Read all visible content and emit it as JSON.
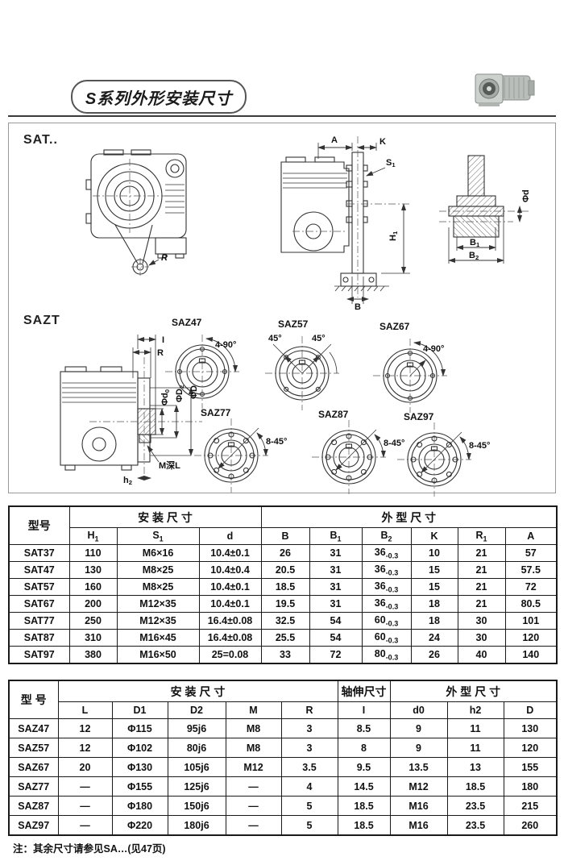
{
  "page": {
    "title": "S系列外形安装尺寸",
    "note": "注：其余尺寸请参见SA…(见47页)"
  },
  "diagrams": {
    "sat_label": "SAT..",
    "sazt_label": "SAZT",
    "labels": {
      "sat_a": "A",
      "sat_k": "K",
      "sat_s1": "S^1",
      "sat_h1": "H^1",
      "sat_b": "B",
      "sat_r": "R",
      "shaft_d": "Φd",
      "shaft_b1": "B^1",
      "shaft_b2": "B^2",
      "sazt_i": "I",
      "sazt_r": "R",
      "sazt_d0": "Φd^0",
      "sazt_d2": "ΦD^2",
      "sazt_dd": "ΦD",
      "sazt_ml": "M深L",
      "sazt_h2": "h^2"
    },
    "flanges": [
      {
        "name": "SAZ47",
        "angle": "4-90°"
      },
      {
        "name": "SAZ57",
        "angle": "45°",
        "angle2": "45°"
      },
      {
        "name": "SAZ67",
        "angle": "4-90°"
      },
      {
        "name": "SAZ77",
        "angle": "8-45°"
      },
      {
        "name": "SAZ87",
        "angle": "8-45°"
      },
      {
        "name": "SAZ97",
        "angle": "8-45°"
      }
    ]
  },
  "table_sat": {
    "col_model": "型号",
    "group_install": "安  装  尺  寸",
    "group_outline": "外  型  尺  寸",
    "subheaders": [
      "H^1",
      "S^1",
      "d",
      "B",
      "B^1",
      "B^2",
      "K",
      "R^1",
      "A"
    ],
    "rows": [
      [
        "SAT37",
        "110",
        "M6×16",
        "10.4±0.1",
        "26",
        "31",
        "36^-0.3",
        "10",
        "21",
        "57"
      ],
      [
        "SAT47",
        "130",
        "M8×25",
        "10.4±0.4",
        "20.5",
        "31",
        "36^-0.3",
        "15",
        "21",
        "57.5"
      ],
      [
        "SAT57",
        "160",
        "M8×25",
        "10.4±0.1",
        "18.5",
        "31",
        "36^-0.3",
        "15",
        "21",
        "72"
      ],
      [
        "SAT67",
        "200",
        "M12×35",
        "10.4±0.1",
        "19.5",
        "31",
        "36^-0.3",
        "18",
        "21",
        "80.5"
      ],
      [
        "SAT77",
        "250",
        "M12×35",
        "16.4±0.08",
        "32.5",
        "54",
        "60^-0.3",
        "18",
        "30",
        "101"
      ],
      [
        "SAT87",
        "310",
        "M16×45",
        "16.4±0.08",
        "25.5",
        "54",
        "60^-0.3",
        "24",
        "30",
        "120"
      ],
      [
        "SAT97",
        "380",
        "M16×50",
        "25=0.08",
        "33",
        "72",
        "80^-0.3",
        "26",
        "40",
        "140"
      ]
    ]
  },
  "table_saz": {
    "col_model": "型 号",
    "group_install": "安  装  尺  寸",
    "group_shaft": "轴伸尺寸",
    "group_outline": "外 型 尺 寸",
    "subheaders": [
      "L",
      "D1",
      "D2",
      "M",
      "R",
      "I",
      "d0",
      "h2",
      "D"
    ],
    "rows": [
      [
        "SAZ47",
        "12",
        "Φ115",
        "95j6",
        "M8",
        "3",
        "8.5",
        "9",
        "11",
        "130"
      ],
      [
        "SAZ57",
        "12",
        "Φ102",
        "80j6",
        "M8",
        "3",
        "8",
        "9",
        "11",
        "120"
      ],
      [
        "SAZ67",
        "20",
        "Φ130",
        "105j6",
        "M12",
        "3.5",
        "9.5",
        "13.5",
        "13",
        "155"
      ],
      [
        "SAZ77",
        "—",
        "Φ155",
        "125j6",
        "—",
        "4",
        "14.5",
        "M12",
        "18.5",
        "180"
      ],
      [
        "SAZ87",
        "—",
        "Φ180",
        "150j6",
        "—",
        "5",
        "18.5",
        "M16",
        "23.5",
        "215"
      ],
      [
        "SAZ97",
        "—",
        "Φ220",
        "180j6",
        "—",
        "5",
        "18.5",
        "M16",
        "23.5",
        "260"
      ]
    ]
  }
}
